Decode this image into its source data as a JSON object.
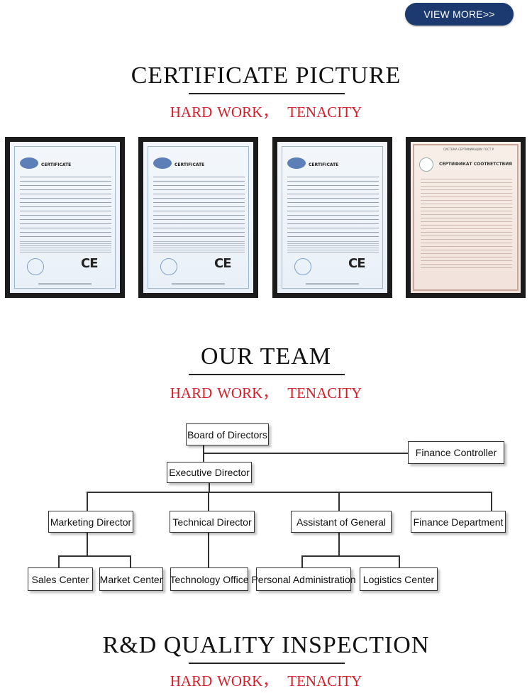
{
  "header": {
    "view_more": "VIEW MORE>>"
  },
  "sections": [
    {
      "title": "CERTIFICATE PICTURE",
      "subtitle_left": "HARD WORK，",
      "subtitle_right": "TENACITY"
    },
    {
      "title": "OUR TEAM",
      "subtitle_left": "HARD WORK，",
      "subtitle_right": "TENACITY"
    },
    {
      "title": "R&D QUALITY INSPECTION",
      "subtitle_left": "HARD WORK，",
      "subtitle_right": "TENACITY"
    }
  ],
  "certificates": [
    {
      "heading": "CERTIFICATE",
      "mark": "CE",
      "icon": "ce-mark-icon"
    },
    {
      "heading": "CERTIFICATE",
      "mark": "CE",
      "icon": "ce-mark-icon"
    },
    {
      "heading": "CERTIFICATE",
      "mark": "CE",
      "icon": "ce-mark-icon"
    },
    {
      "heading": "СЕРТИФИКАТ СООТВЕТСТВИЯ",
      "header_text": "СИСТЕМА СЕРТИФИКАЦИИ ГОСТ Р",
      "icon": "gost-emblem-icon"
    }
  ],
  "org_chart": {
    "board": "Board of Directors",
    "finance_controller": "Finance Controller",
    "executive": "Executive Director",
    "marketing": "Marketing Director",
    "technical": "Technical Director",
    "assistant": "Assistant of General",
    "finance_dept": "Finance Department",
    "sales_center": "Sales Center",
    "market_center": "Market Center",
    "technology_office": "Technology Office",
    "personal_admin": "Personal Administration",
    "logistics_center": "Logistics Center"
  }
}
